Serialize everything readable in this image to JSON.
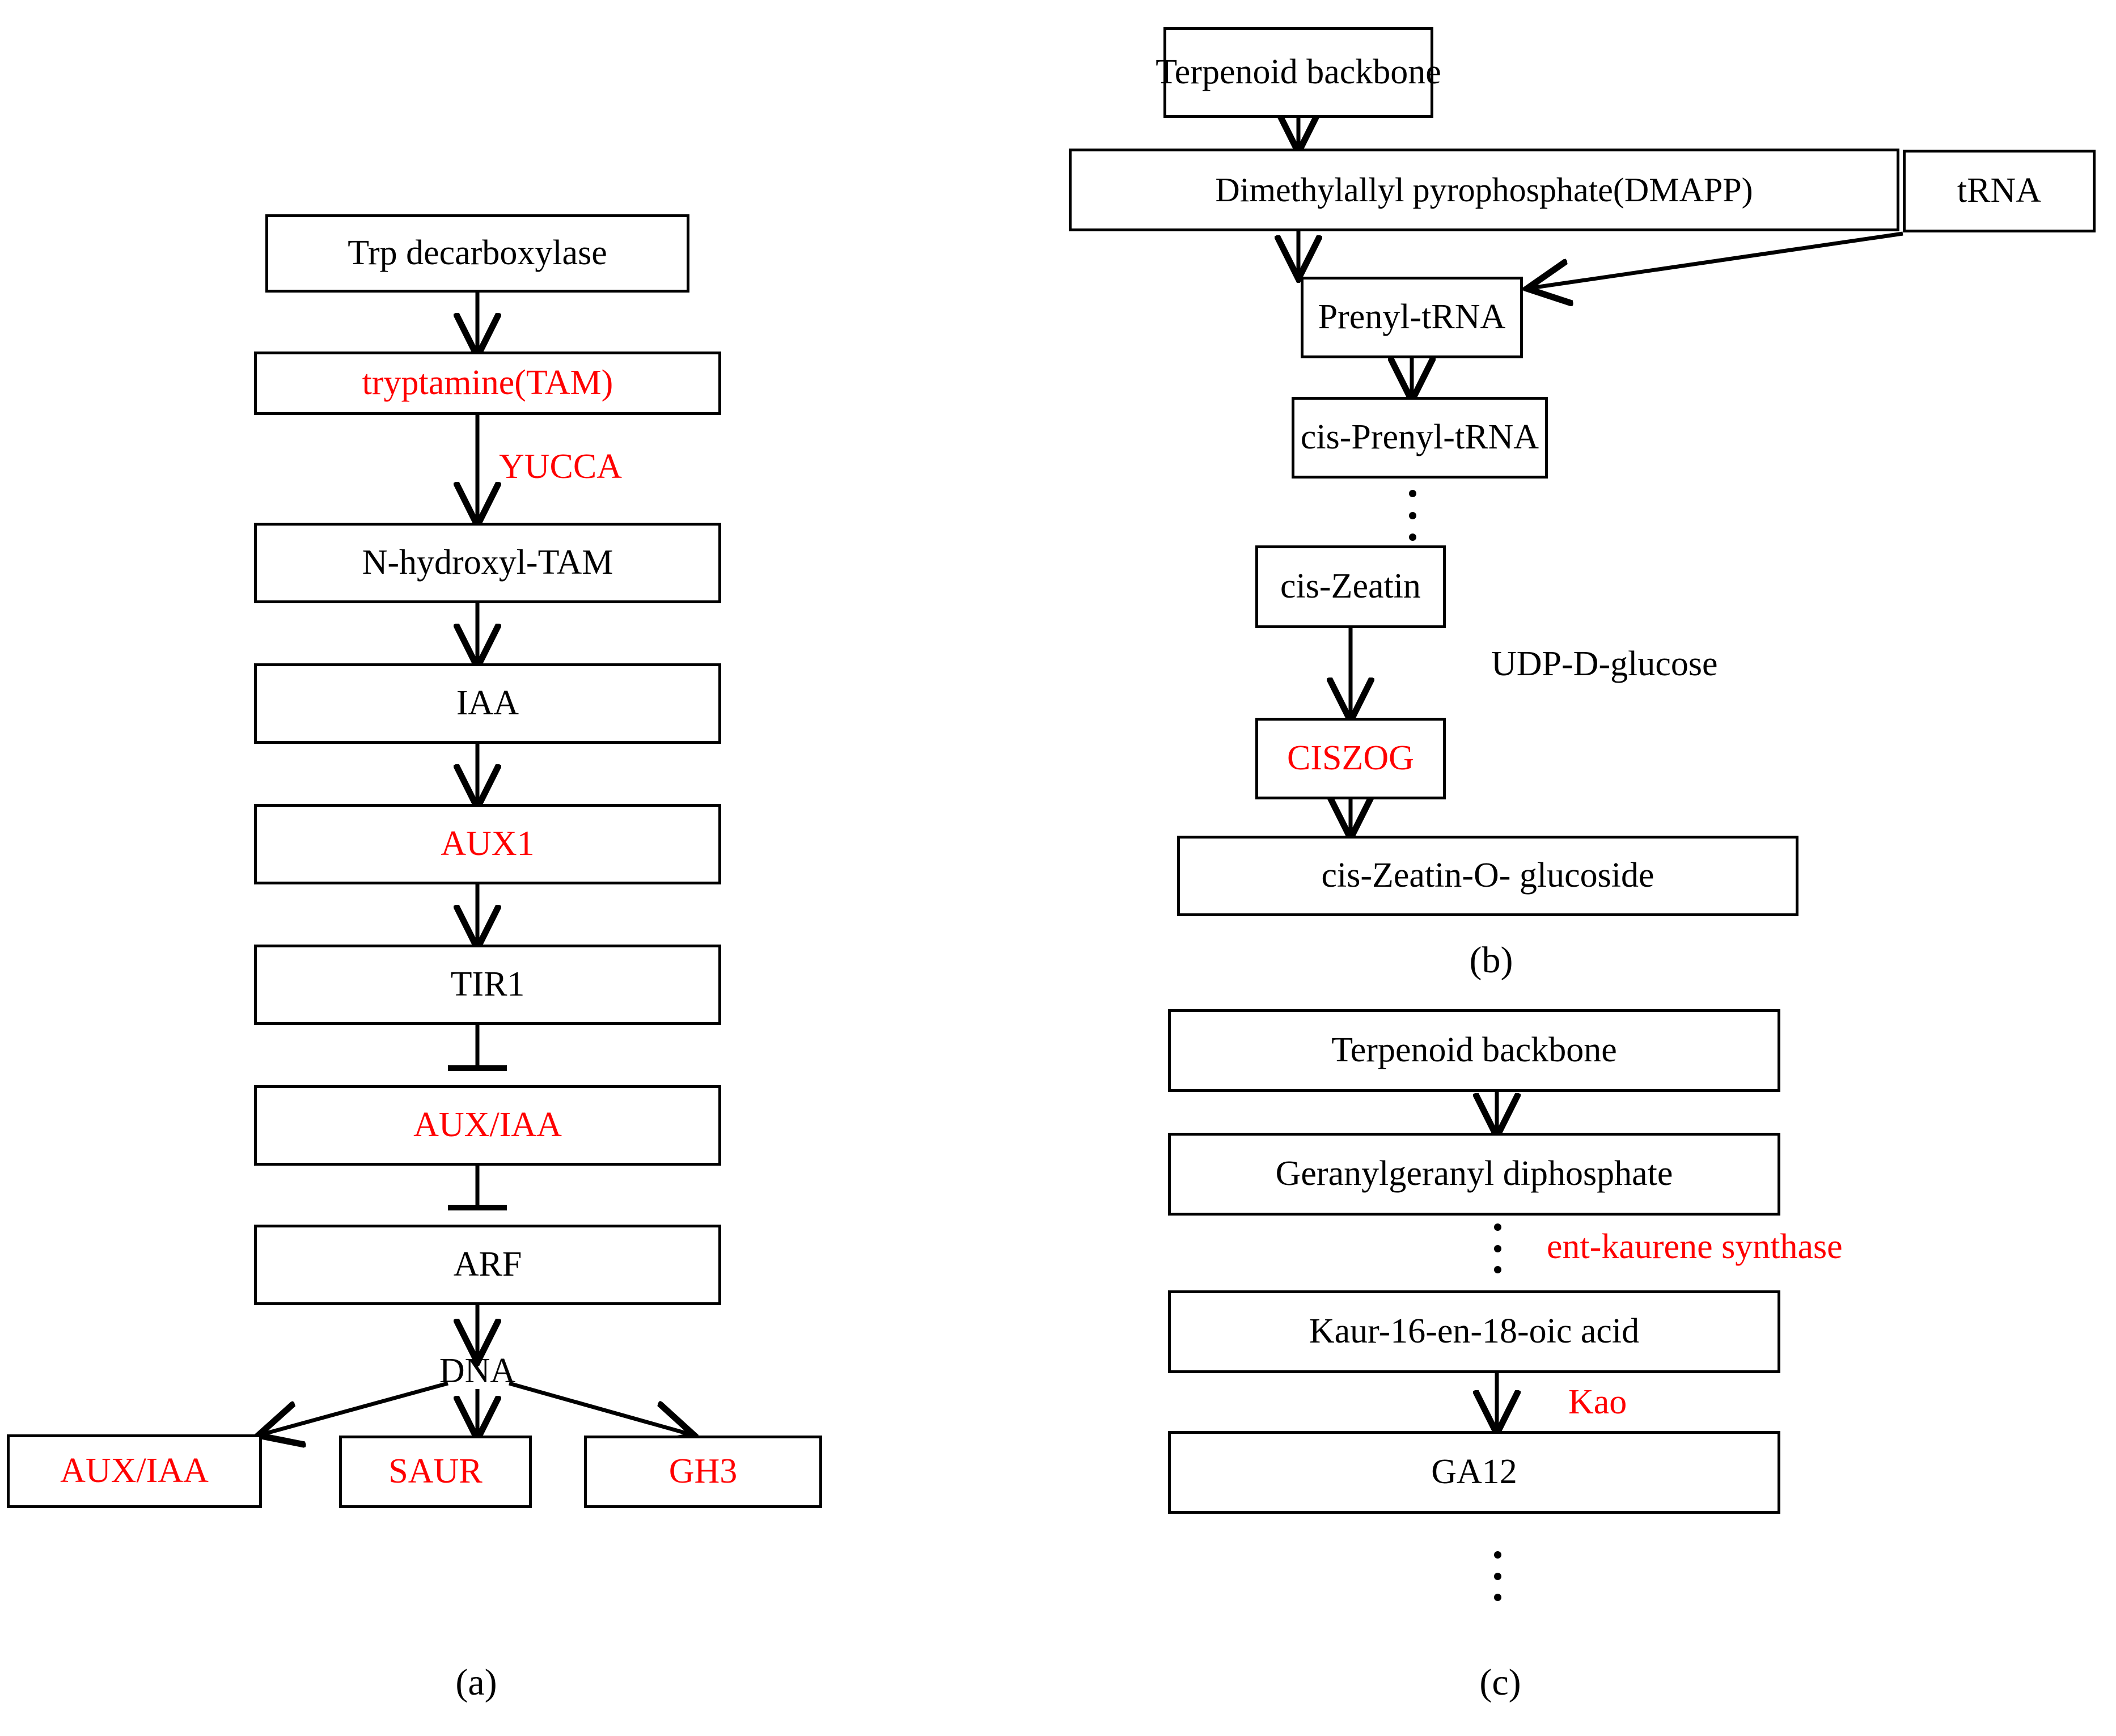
{
  "figure": {
    "type": "pathway-diagram",
    "panels": [
      {
        "id": "a",
        "caption": "(a)",
        "title": "Auxin (IAA) biosynthesis and signalling pathway",
        "nodes": [
          {
            "id": "a1",
            "label": "Trp decarboxylase",
            "color": "black",
            "boxed": true
          },
          {
            "id": "a2",
            "label": "tryptamine(TAM)",
            "color": "red",
            "boxed": true
          },
          {
            "id": "a3",
            "label": "N-hydroxyl-TAM",
            "color": "black",
            "boxed": true
          },
          {
            "id": "a4",
            "label": "IAA",
            "color": "black",
            "boxed": true
          },
          {
            "id": "a5",
            "label": "AUX1",
            "color": "red",
            "boxed": true
          },
          {
            "id": "a6",
            "label": "TIR1",
            "color": "black",
            "boxed": true
          },
          {
            "id": "a7",
            "label": "AUX/IAA",
            "color": "red",
            "boxed": true
          },
          {
            "id": "a8",
            "label": "ARF",
            "color": "black",
            "boxed": true
          },
          {
            "id": "a9",
            "label": "DNA",
            "color": "black",
            "boxed": false
          },
          {
            "id": "a10",
            "label": "AUX/IAA",
            "color": "red",
            "boxed": true
          },
          {
            "id": "a11",
            "label": "SAUR",
            "color": "red",
            "boxed": true
          },
          {
            "id": "a12",
            "label": "GH3",
            "color": "red",
            "boxed": true
          }
        ],
        "edges": [
          {
            "from": "a1",
            "to": "a2",
            "kind": "arrow",
            "label": ""
          },
          {
            "from": "a2",
            "to": "a3",
            "kind": "arrow",
            "label": "YUCCA",
            "label_color": "red"
          },
          {
            "from": "a3",
            "to": "a4",
            "kind": "arrow",
            "label": ""
          },
          {
            "from": "a4",
            "to": "a5",
            "kind": "arrow",
            "label": ""
          },
          {
            "from": "a5",
            "to": "a6",
            "kind": "arrow",
            "label": ""
          },
          {
            "from": "a6",
            "to": "a7",
            "kind": "inhibit",
            "label": ""
          },
          {
            "from": "a7",
            "to": "a8",
            "kind": "inhibit",
            "label": ""
          },
          {
            "from": "a8",
            "to": "a9",
            "kind": "arrow",
            "label": ""
          },
          {
            "from": "a9",
            "to": "a10",
            "kind": "arrow",
            "label": ""
          },
          {
            "from": "a9",
            "to": "a11",
            "kind": "arrow",
            "label": ""
          },
          {
            "from": "a9",
            "to": "a12",
            "kind": "arrow",
            "label": ""
          }
        ]
      },
      {
        "id": "b",
        "caption": "(b)",
        "title": "cis-Zeatin (cytokinin) biosynthesis pathway",
        "nodes": [
          {
            "id": "b1",
            "label": "Terpenoid backbone",
            "color": "black",
            "boxed": true
          },
          {
            "id": "b2",
            "label": "Dimethylallyl pyrophosphate(DMAPP)",
            "color": "black",
            "boxed": true
          },
          {
            "id": "b3",
            "label": "tRNA",
            "color": "black",
            "boxed": true
          },
          {
            "id": "b4",
            "label": "Prenyl-tRNA",
            "color": "black",
            "boxed": true
          },
          {
            "id": "b5",
            "label": "cis-Prenyl-tRNA",
            "color": "black",
            "boxed": true
          },
          {
            "id": "b6",
            "label": "cis-Zeatin",
            "color": "black",
            "boxed": true
          },
          {
            "id": "b7",
            "label": "CISZOG",
            "color": "red",
            "boxed": true
          },
          {
            "id": "b8",
            "label": "cis-Zeatin-O- glucoside",
            "color": "black",
            "boxed": true
          }
        ],
        "edges": [
          {
            "from": "b1",
            "to": "b2",
            "kind": "arrow",
            "label": ""
          },
          {
            "from": "b2",
            "to": "b4",
            "kind": "arrow",
            "label": ""
          },
          {
            "from": "b3",
            "to": "b4",
            "kind": "arrow-diagonal",
            "label": ""
          },
          {
            "from": "b4",
            "to": "b5",
            "kind": "arrow",
            "label": ""
          },
          {
            "from": "b5",
            "to": "b6",
            "kind": "ellipsis",
            "label": ""
          },
          {
            "from": "b6",
            "to": "b7",
            "kind": "arrow",
            "label": "UDP-D-glucose",
            "label_color": "black"
          },
          {
            "from": "b7",
            "to": "b8",
            "kind": "arrow",
            "label": ""
          }
        ]
      },
      {
        "id": "c",
        "caption": "(c)",
        "title": "Gibberellin (GA) biosynthesis pathway",
        "nodes": [
          {
            "id": "c1",
            "label": "Terpenoid backbone",
            "color": "black",
            "boxed": true
          },
          {
            "id": "c2",
            "label": "Geranylgeranyl diphosphate",
            "color": "black",
            "boxed": true
          },
          {
            "id": "c3",
            "label": "Kaur-16-en-18-oic acid",
            "color": "black",
            "boxed": true
          },
          {
            "id": "c4",
            "label": "GA12",
            "color": "black",
            "boxed": true
          }
        ],
        "edges": [
          {
            "from": "c1",
            "to": "c2",
            "kind": "arrow",
            "label": ""
          },
          {
            "from": "c2",
            "to": "c3",
            "kind": "ellipsis",
            "label": "ent-kaurene synthase",
            "label_color": "red"
          },
          {
            "from": "c3",
            "to": "c4",
            "kind": "arrow",
            "label": "Kao",
            "label_color": "red"
          },
          {
            "from": "c4",
            "to": "end",
            "kind": "ellipsis",
            "label": ""
          }
        ]
      }
    ],
    "colors": {
      "highlight": "#FF0000",
      "text": "#000000",
      "stroke": "#000000",
      "background": "#FFFFFF"
    }
  }
}
